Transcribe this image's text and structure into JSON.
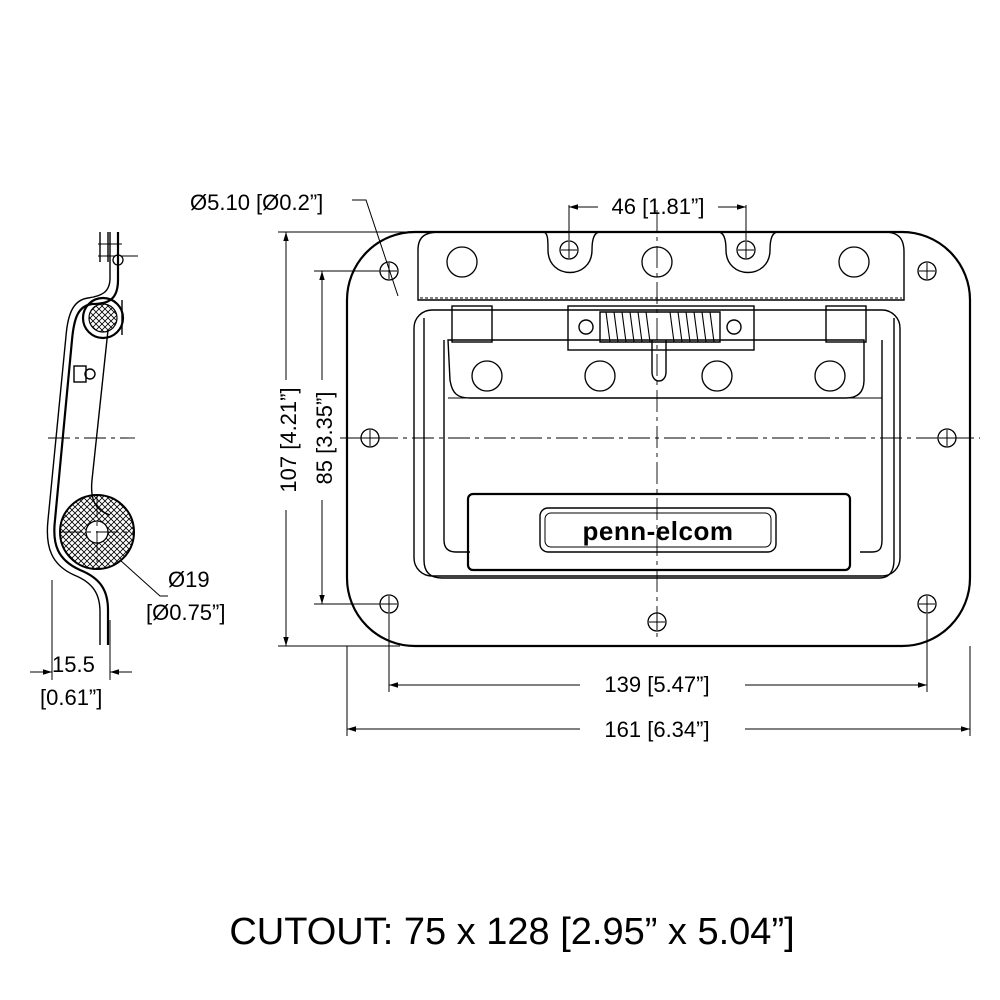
{
  "dimensions": {
    "hole_dia": "Ø5.10 [Ø0.2”]",
    "hole_spacing": "46 [1.81”]",
    "height_total": "107 [4.21”]",
    "height_inner": "85 [3.35”]",
    "width_inner": "139 [5.47”]",
    "width_total": "161 [6.34”]",
    "roll_dia_mm": "Ø19",
    "roll_dia_in": "[Ø0.75”]",
    "depth_mm": "15.5",
    "depth_in": "[0.61”]"
  },
  "logo": "penn-elcom",
  "cutout": "CUTOUT: 75 x 128 [2.95” x 5.04”]"
}
